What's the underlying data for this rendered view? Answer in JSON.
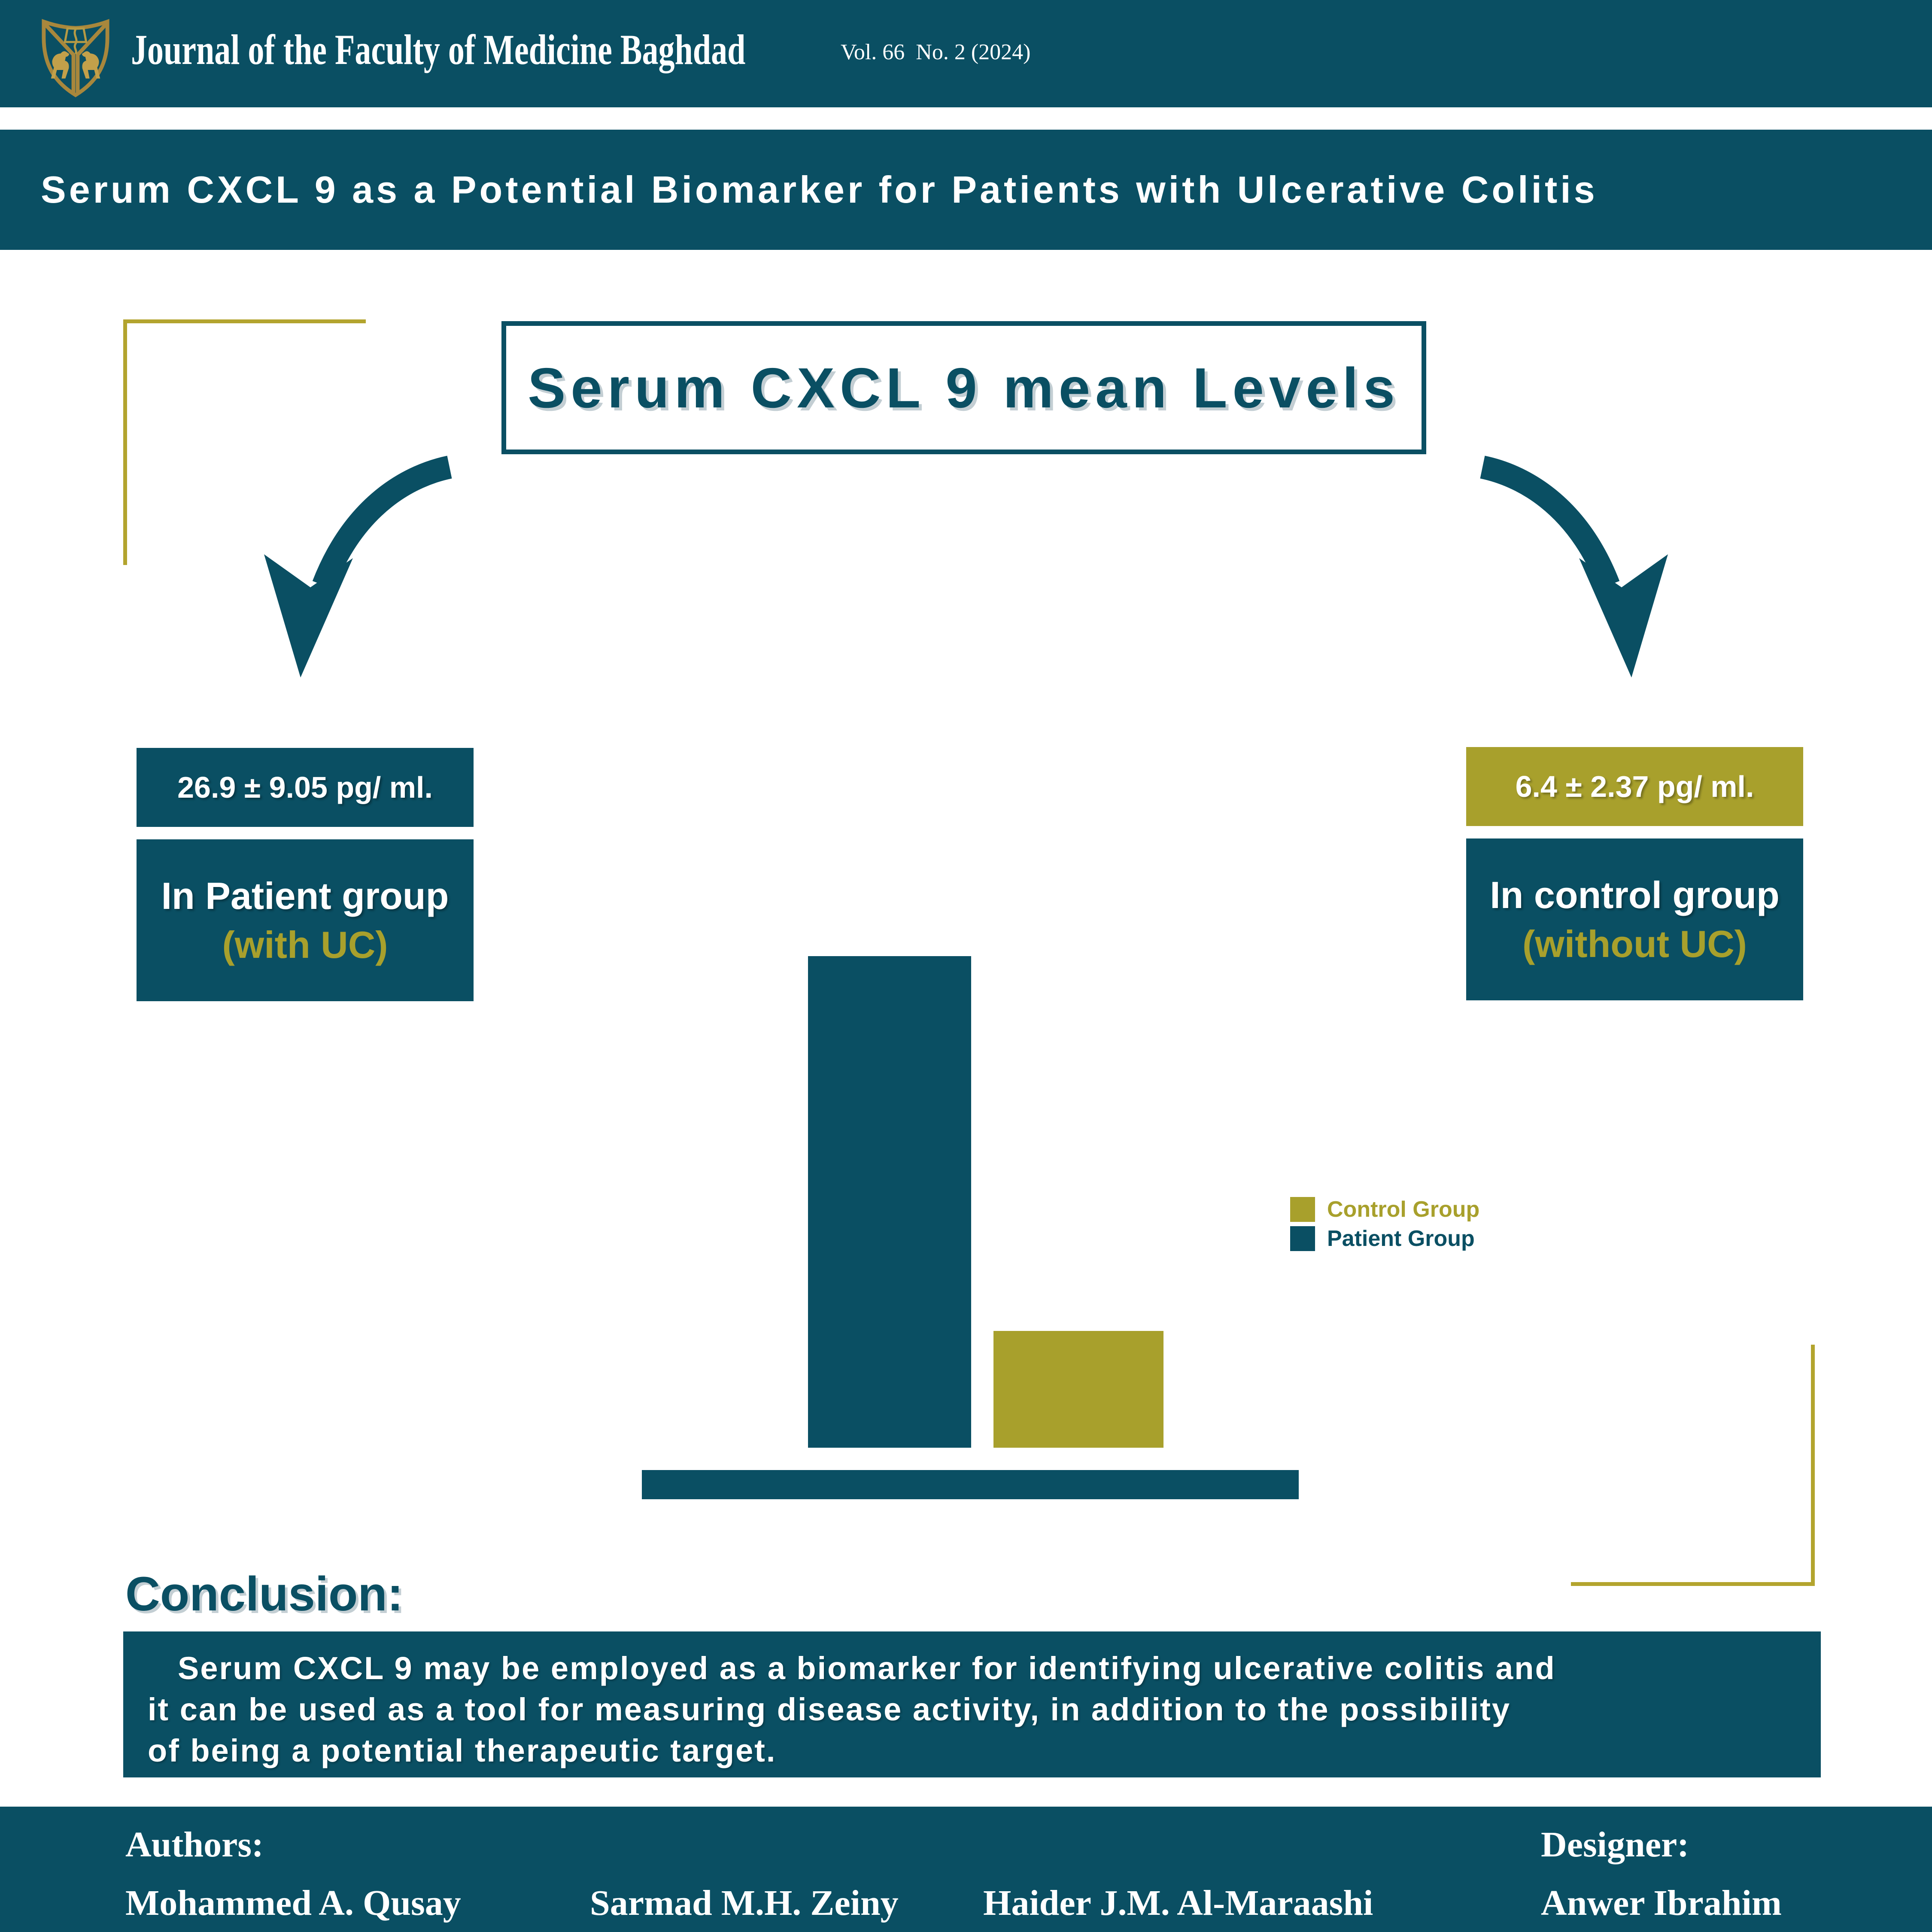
{
  "colors": {
    "teal": "#0a4f63",
    "olive": "#a8a02c",
    "gold_line": "#b3a42e",
    "logo_gold": "#a8873c",
    "white": "#ffffff"
  },
  "header": {
    "journal_name": "Journal of the Faculty of Medicine Baghdad",
    "issue": "Vol. 66  No. 2 (2024)",
    "logo": "faculty-of-medicine-baghdad-crest"
  },
  "title_bar": {
    "title": "Serum CXCL 9 as a Potential Biomarker for Patients with Ulcerative Colitis"
  },
  "diagram": {
    "heading": "Serum CXCL 9 mean Levels",
    "patient": {
      "value": "26.9 ± 9.05 pg/ ml.",
      "group_line": "In Patient group",
      "qualifier": "(with UC)"
    },
    "control": {
      "value": "6.4 ± 2.37 pg/ ml.",
      "group_line": "In control group",
      "qualifier": "(without UC)"
    }
  },
  "chart_data": {
    "type": "bar",
    "categories": [
      "Patient Group",
      "Control Group"
    ],
    "values": [
      26.9,
      6.4
    ],
    "units": "pg/ml",
    "series_colors": [
      "#0a4f63",
      "#a8a02c"
    ],
    "legend": [
      "Control Group",
      "Patient Group"
    ],
    "legend_position": "right",
    "axes_visible": false,
    "baseline_bar": true
  },
  "conclusion": {
    "label": "Conclusion:",
    "lines": [
      "Serum CXCL 9 may be employed as a biomarker for identifying ulcerative colitis and",
      "it can be used as a tool for measuring disease activity, in addition to the possibility",
      "of being a potential therapeutic target."
    ]
  },
  "footer": {
    "authors_label": "Authors:",
    "authors": [
      "Mohammed A. Qusay",
      "Sarmad M.H. Zeiny",
      "Haider J.M. Al-Maraashi"
    ],
    "designer_label": "Designer:",
    "designer": "Anwer Ibrahim"
  }
}
